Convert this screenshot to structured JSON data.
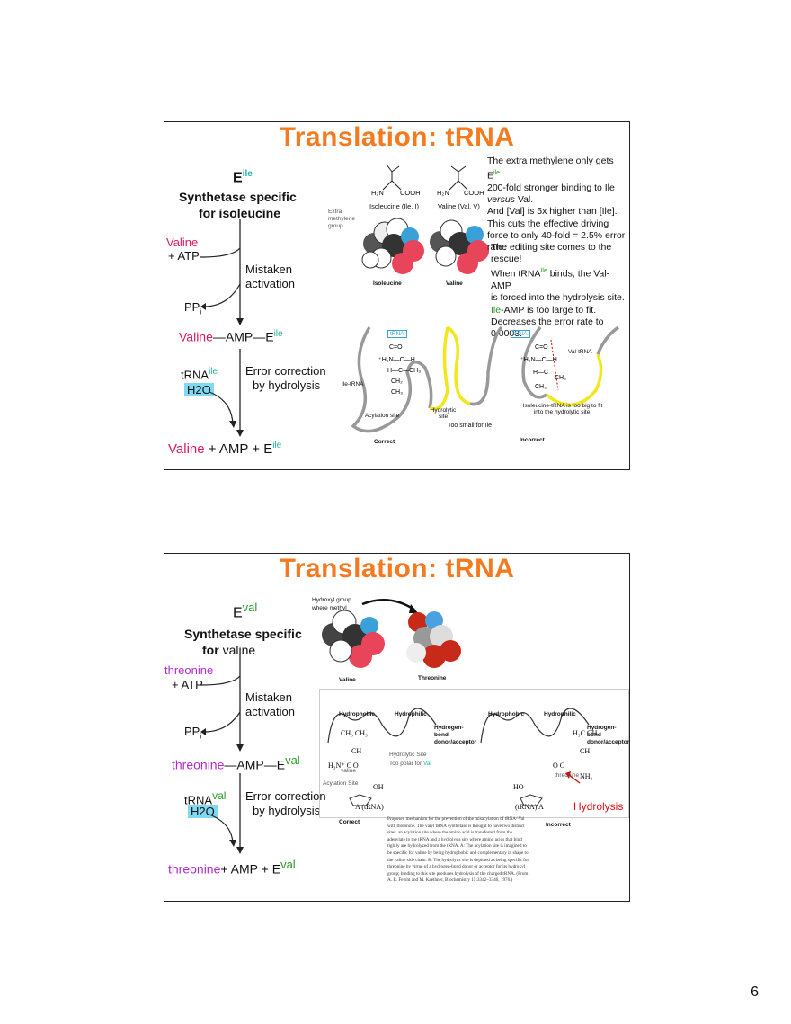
{
  "page_number": "6",
  "slide1": {
    "title": "Translation:  tRNA",
    "enzyme": "E",
    "enzyme_sup": "ile",
    "synthetase_line1": "Synthetase specific",
    "synthetase_line2": "for isoleucine",
    "valine": "Valine",
    "plus_atp": "+ ATP",
    "mistaken1": "Mistaken",
    "mistaken2": "activation",
    "ppi": "PP",
    "ppi_sub": "i",
    "valine_amp": "Valine",
    "amp_e": "—AMP—E",
    "amp_e_sup": "ile",
    "trna": "tRNA",
    "trna_sup": "ile",
    "h2o": "H2O",
    "error1": "Error correction",
    "error2": "by hydrolysis",
    "final_valine": "Valine",
    "final_rest": " + AMP + E",
    "final_sup": "ile",
    "iso_label": "Isoleucine (Ile, I)",
    "val_label": "Valine (Val, V)",
    "h2n": "H₂N",
    "cooh": "COOH",
    "extra_methylene": "Extra methylene group",
    "isoleucine_model": "Isoleucine",
    "valine_model": "Valine",
    "note1_a": "The extra methylene only gets E",
    "note1_sup": "ile",
    "note1_b": "200-fold stronger binding to Ile",
    "note1_c": "versus",
    "note1_d": " Val.",
    "note1_e": "And [Val] is 5x higher than [Ile].",
    "note1_f": "This cuts the effective driving",
    "note1_g": "force to only 40-fold = 2.5% error",
    "note1_h": "rate.",
    "note2_a": "The editing site comes to the",
    "note2_b": "rescue!",
    "note2_c": "When tRNA",
    "note2_c_sup": "Ile",
    "note2_d": " binds, the Val-AMP",
    "note2_e": "is forced into the hydrolysis site.",
    "note2_f_colored": "Ile",
    "note2_f": "-AMP is too large to fit.",
    "note2_g": "Decreases the error rate to",
    "note2_h": "0.0003.",
    "trna_box": "tRNA",
    "ile_trna": "Ile-tRNA",
    "acylation_site": "Acylation site",
    "hydrolytic_site": "Hydrolytic site",
    "too_small": "Too small for Ile",
    "val_trna": "Val-tRNA",
    "iso_too_big": "Isoleucine-tRNA is too big to fit into the hydrolytic site.",
    "correct": "Correct",
    "incorrect": "Incorrect"
  },
  "slide2": {
    "title": "Translation:  tRNA",
    "enzyme": "E",
    "enzyme_sup": "val",
    "synthetase_line1": "Synthetase specific",
    "synthetase_for": "for ",
    "synthetase_valine": "valine",
    "threonine": "threonine",
    "plus_atp": "+ ATP",
    "mistaken1": "Mistaken",
    "mistaken2": "activation",
    "ppi": "PP",
    "ppi_sub": "i",
    "threonine_amp": "threonine",
    "amp_e": "—AMP—E",
    "amp_e_sup": "val",
    "trna": "tRNA",
    "trna_sup": "val",
    "h2o": "H2O",
    "error1": "Error correction",
    "error2": "by hydrolysis",
    "final_threonine": "threonine",
    "final_rest": "+ AMP + E",
    "final_sup": "val",
    "hydroxyl_note": "Hydroxyl group where methyl",
    "valine_model": "Valine",
    "threonine_model": "Threonine",
    "hydrophobic": "Hydrophobic",
    "hydrophilic": "Hydrophilic",
    "hbond": "Hydrogen-bond donor/acceptor",
    "hydrolytic_site": "Hydrolytic Site",
    "too_polar": "Too polar for ",
    "too_polar_val": "Val",
    "valine_small": "valine",
    "acylation_site": "Acylation Site",
    "threonine_small": "threonine",
    "hydrolysis": "Hydrolysis",
    "trna_label": "(tRNA)",
    "correct": "Correct",
    "incorrect": "Incorrect",
    "caption": "Proposed mechanism for the prevention of the misacylation of tRNA^Val with threonine. The valyl tRNA synthetase is thought to have two distinct sites: an acylation site where the amino acid is transferred from the adenylate to the tRNA and a hydrolysis site where amino acids that bind tightly are hydrolyzed from the tRNA. A: The acylation site is imagined to be specific for valine by being hydrophobic and complementary in shape to the valine side chain. B: The hydrolytic site is depicted as being specific for threonine by virtue of a hydrogen-bond donor or acceptor for its hydroxyl group; binding to this site produces hydrolysis of the charged tRNA. (From A. R. Fersht and M. Kaethner, Biochemistry 15:3342–3346, 1976.)"
  }
}
